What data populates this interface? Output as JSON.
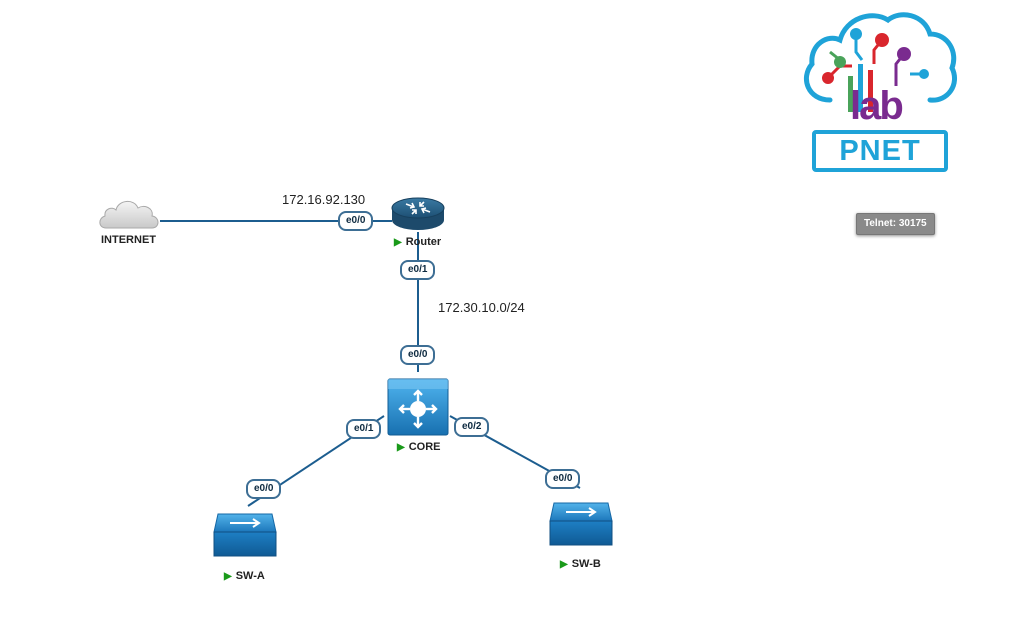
{
  "logo": {
    "text_lab": "lab",
    "text_brand": "PNET"
  },
  "tooltip": {
    "telnet": "Telnet: 30175"
  },
  "networks": {
    "wan": "172.16.92.130",
    "lan": "172.30.10.0/24"
  },
  "nodes": {
    "internet": {
      "name": "INTERNET",
      "icon": "cloud-icon"
    },
    "router": {
      "name": "Router",
      "icon": "router-icon",
      "status": "running"
    },
    "core": {
      "name": "CORE",
      "icon": "layer3-switch-icon",
      "status": "running"
    },
    "sw_a": {
      "name": "SW-A",
      "icon": "switch-icon",
      "status": "running"
    },
    "sw_b": {
      "name": "SW-B",
      "icon": "switch-icon",
      "status": "running"
    }
  },
  "interfaces": {
    "router_e00": "e0/0",
    "router_e01": "e0/1",
    "core_e00": "e0/0",
    "core_e01": "e0/1",
    "core_e02": "e0/2",
    "swa_e00": "e0/0",
    "swb_e00": "e0/0"
  },
  "colors": {
    "link": "#1c5d8f",
    "status_running": "#1a9a1a",
    "switch_blue": "#1e7fc4"
  }
}
